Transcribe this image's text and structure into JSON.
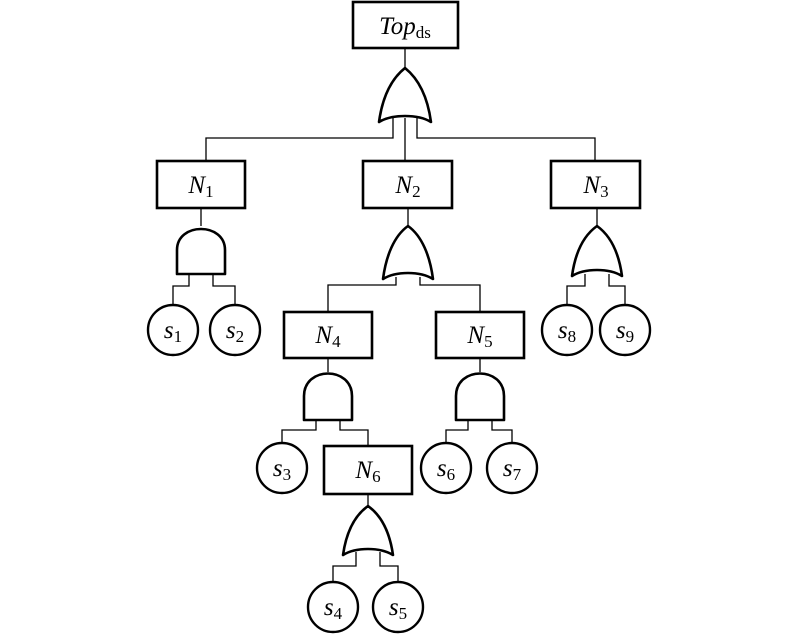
{
  "diagram": {
    "type": "fault-tree",
    "nodes": {
      "top": {
        "label": "Top",
        "sub": "ds",
        "kind": "event",
        "gate": "OR"
      },
      "N1": {
        "label": "N",
        "sub": "1",
        "kind": "event",
        "gate": "AND"
      },
      "N2": {
        "label": "N",
        "sub": "2",
        "kind": "event",
        "gate": "OR"
      },
      "N3": {
        "label": "N",
        "sub": "3",
        "kind": "event",
        "gate": "OR"
      },
      "N4": {
        "label": "N",
        "sub": "4",
        "kind": "event",
        "gate": "AND"
      },
      "N5": {
        "label": "N",
        "sub": "5",
        "kind": "event",
        "gate": "AND"
      },
      "N6": {
        "label": "N",
        "sub": "6",
        "kind": "event",
        "gate": "OR"
      },
      "s1": {
        "label": "s",
        "sub": "1",
        "kind": "basic"
      },
      "s2": {
        "label": "s",
        "sub": "2",
        "kind": "basic"
      },
      "s3": {
        "label": "s",
        "sub": "3",
        "kind": "basic"
      },
      "s4": {
        "label": "s",
        "sub": "4",
        "kind": "basic"
      },
      "s5": {
        "label": "s",
        "sub": "5",
        "kind": "basic"
      },
      "s6": {
        "label": "s",
        "sub": "6",
        "kind": "basic"
      },
      "s7": {
        "label": "s",
        "sub": "7",
        "kind": "basic"
      },
      "s8": {
        "label": "s",
        "sub": "8",
        "kind": "basic"
      },
      "s9": {
        "label": "s",
        "sub": "9",
        "kind": "basic"
      }
    },
    "edges": [
      [
        "top",
        "N1"
      ],
      [
        "top",
        "N2"
      ],
      [
        "top",
        "N3"
      ],
      [
        "N1",
        "s1"
      ],
      [
        "N1",
        "s2"
      ],
      [
        "N2",
        "N4"
      ],
      [
        "N2",
        "N5"
      ],
      [
        "N3",
        "s8"
      ],
      [
        "N3",
        "s9"
      ],
      [
        "N4",
        "s3"
      ],
      [
        "N4",
        "N6"
      ],
      [
        "N5",
        "s6"
      ],
      [
        "N5",
        "s7"
      ],
      [
        "N6",
        "s4"
      ],
      [
        "N6",
        "s5"
      ]
    ]
  }
}
